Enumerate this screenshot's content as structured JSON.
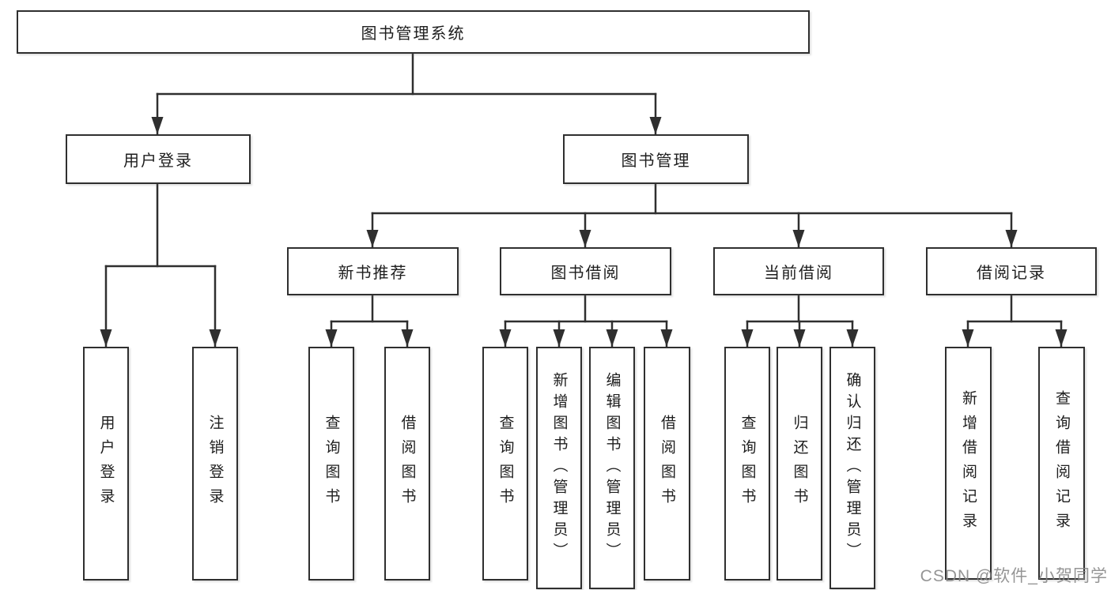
{
  "tree": {
    "label": "图书管理系统",
    "children": [
      {
        "label": "用户登录",
        "children": [
          {
            "label": "用户登录"
          },
          {
            "label": "注销登录"
          }
        ]
      },
      {
        "label": "图书管理",
        "children": [
          {
            "label": "新书推荐",
            "children": [
              {
                "label": "查询图书"
              },
              {
                "label": "借阅图书"
              }
            ]
          },
          {
            "label": "图书借阅",
            "children": [
              {
                "label": "查询图书"
              },
              {
                "label": "新增图书（管理员）"
              },
              {
                "label": "编辑图书（管理员）"
              },
              {
                "label": "借阅图书"
              }
            ]
          },
          {
            "label": "当前借阅",
            "children": [
              {
                "label": "查询图书"
              },
              {
                "label": "归还图书"
              },
              {
                "label": "确认归还（管理员）"
              }
            ]
          },
          {
            "label": "借阅记录",
            "children": [
              {
                "label": "新增借阅记录"
              },
              {
                "label": "查询借阅记录"
              }
            ]
          }
        ]
      }
    ]
  },
  "watermark": {
    "text": "CSDN @软件_小贺同学"
  },
  "colors": {
    "line": "#2f2f2f",
    "box_border": "#2f2f2f",
    "box_background": "#ffffff",
    "text": "#1e1e1e",
    "watermark": "#868686"
  }
}
